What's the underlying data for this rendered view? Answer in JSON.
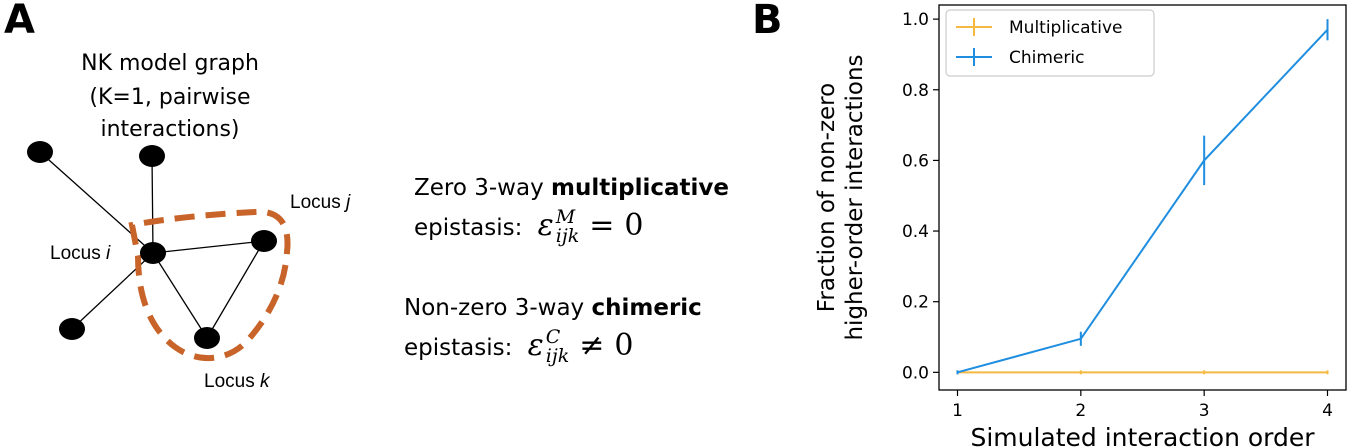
{
  "panel_a": {
    "label": "A",
    "graph_title_line1": "NK model graph",
    "graph_title_line2": "(K=1, pairwise interactions)",
    "locus_i_prefix": "Locus ",
    "locus_i_var": "i",
    "locus_j_prefix": "Locus ",
    "locus_j_var": "j",
    "locus_k_prefix": "Locus ",
    "locus_k_var": "k",
    "colors": {
      "node": "#000000",
      "highlight": "#c8632a"
    },
    "statement1": {
      "prefix": "Zero 3-way ",
      "bold": "multiplicative",
      "line2": "epistasis:",
      "symbol": "ε",
      "superscript": "M",
      "subscript": "ijk",
      "operator": "=",
      "rhs": "0"
    },
    "statement2": {
      "prefix": "Non-zero 3-way ",
      "bold": "chimeric",
      "line2": "epistasis:",
      "symbol": "ε",
      "superscript": "C",
      "subscript": "ijk",
      "operator": "≠",
      "rhs": "0"
    }
  },
  "panel_b": {
    "label": "B"
  },
  "chart_data": {
    "type": "line",
    "xlabel": "Simulated interaction order",
    "ylabel_line1": "Fraction of non-zero",
    "ylabel_line2": "higher-order interactions",
    "x": [
      1,
      2,
      3,
      4
    ],
    "xticks": [
      "1",
      "2",
      "3",
      "4"
    ],
    "yticks": [
      "0.0",
      "0.2",
      "0.4",
      "0.6",
      "0.8",
      "1.0"
    ],
    "xlim": [
      0.85,
      4.15
    ],
    "ylim": [
      -0.05,
      1.04
    ],
    "grid": false,
    "legend_position": "top-left",
    "series": [
      {
        "name": "Multiplicative",
        "color": "#f5b942",
        "values": [
          0.0,
          0.0,
          0.0,
          0.0
        ],
        "errors": [
          0.0,
          0.0,
          0.0,
          0.0
        ]
      },
      {
        "name": "Chimeric",
        "color": "#1f8ee0",
        "values": [
          0.0,
          0.095,
          0.6,
          0.97
        ],
        "errors": [
          0.0,
          0.02,
          0.07,
          0.03
        ]
      }
    ]
  }
}
